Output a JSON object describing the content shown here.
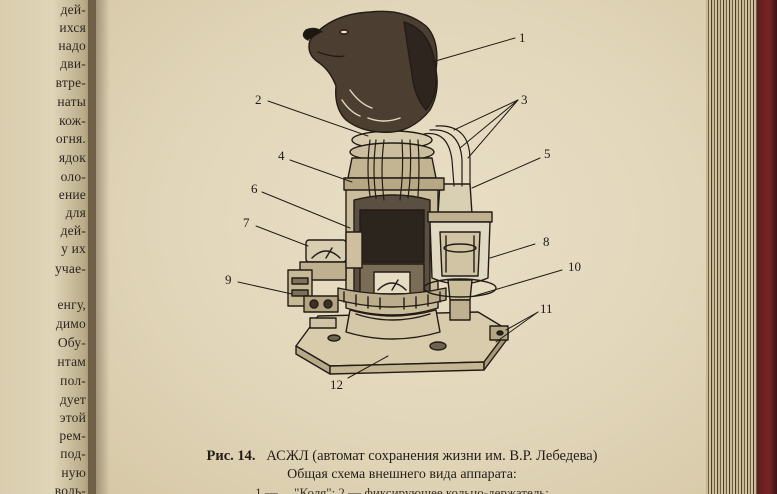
{
  "left_page": {
    "lines": [
      "дей-",
      "ихся",
      "надо",
      "дви-",
      "втре-",
      "наты",
      "кож-",
      "огня.",
      "ядок",
      "оло-",
      "ение",
      "для",
      "дей-",
      "у их",
      "учае-",
      "енгу,",
      "димо",
      "Обу-",
      "нтам",
      "пол-",
      "дует",
      "этой",
      "рем-",
      "под-",
      "ную",
      "воль-"
    ]
  },
  "figure": {
    "callouts": [
      "1",
      "2",
      "3",
      "4",
      "5",
      "6",
      "7",
      "8",
      "9",
      "10",
      "11",
      "12"
    ]
  },
  "caption": {
    "figure_label": "Рис. 14.",
    "title": "АСЖЛ (автомат сохранения жизни им. В.Р. Лебедева)",
    "subtitle": "Общая схема внешнего вида аппарата:",
    "partial_line": "1 — ... \"Коля\"; 2 — фиксирующее кольцо-держатель;"
  }
}
